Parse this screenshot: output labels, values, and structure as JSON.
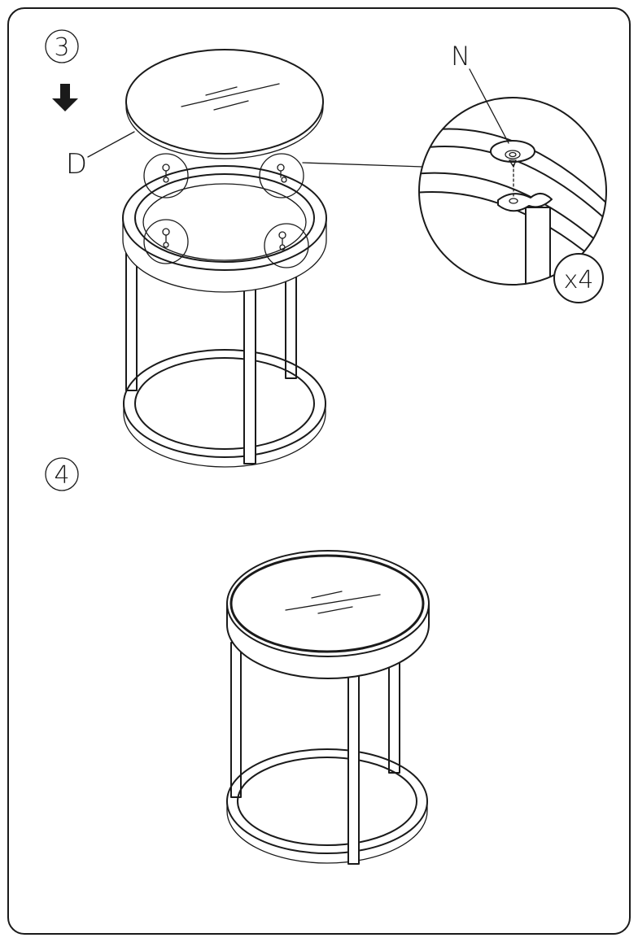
{
  "steps": [
    {
      "number": "3",
      "direction_icon": "arrow-down-icon",
      "part_label": "D",
      "detail": {
        "part_label": "N",
        "quantity": "x4"
      }
    },
    {
      "number": "4"
    }
  ]
}
